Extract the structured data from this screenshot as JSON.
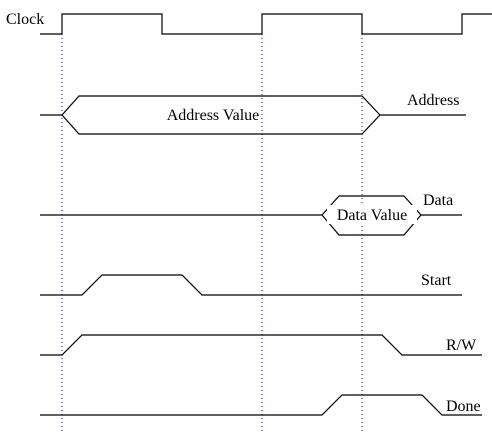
{
  "diagram": {
    "colors": {
      "line": "#000000",
      "guide": "#0000cc",
      "background": "#ffffff"
    },
    "signals": {
      "clock": "Clock",
      "address": "Address",
      "address_value": "Address Value",
      "data": "Data",
      "data_value": "Data Value",
      "start": "Start",
      "rw": "R/W",
      "done": "Done"
    }
  }
}
